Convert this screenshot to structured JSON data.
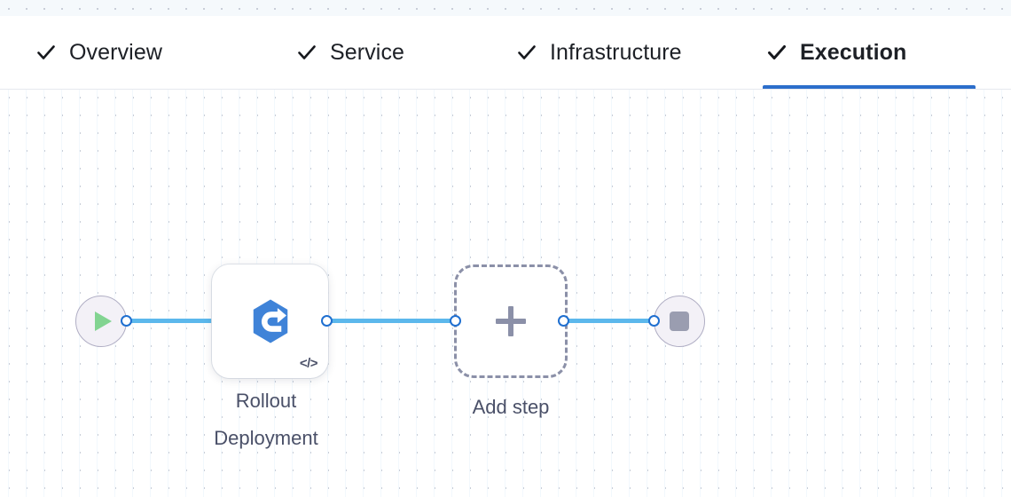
{
  "header": {
    "tabs": [
      {
        "label": "Overview",
        "icon": "check-icon",
        "complete": true,
        "active": false
      },
      {
        "label": "Service",
        "icon": "check-icon",
        "complete": true,
        "active": false
      },
      {
        "label": "Infrastructure",
        "icon": "check-icon",
        "complete": true,
        "active": false
      },
      {
        "label": "Execution",
        "icon": "check-icon",
        "complete": true,
        "active": true
      }
    ],
    "active_tab": "Execution",
    "active_underline_color": "#2c6ecb"
  },
  "canvas": {
    "background": "#ffffff",
    "grid": "dot-grid",
    "edge_color": "#5cb8ec",
    "port_border_color": "#1f6fd0",
    "nodes": [
      {
        "id": "start",
        "type": "start-node",
        "icon": "play-icon",
        "icon_color": "#82d491",
        "label": ""
      },
      {
        "id": "rollout-deployment",
        "type": "step-node",
        "icon": "rollout-deployment-icon",
        "icon_color": "#3f83d8",
        "badge_icon": "code-icon",
        "badge_label": "</>",
        "label": "Rollout\nDeployment"
      },
      {
        "id": "add-step",
        "type": "add-step-placeholder",
        "icon": "plus-icon",
        "icon_color": "#8b90a8",
        "label": "Add step"
      },
      {
        "id": "end",
        "type": "end-node",
        "icon": "stop-icon",
        "icon_color": "#9a9db0",
        "label": ""
      }
    ]
  }
}
